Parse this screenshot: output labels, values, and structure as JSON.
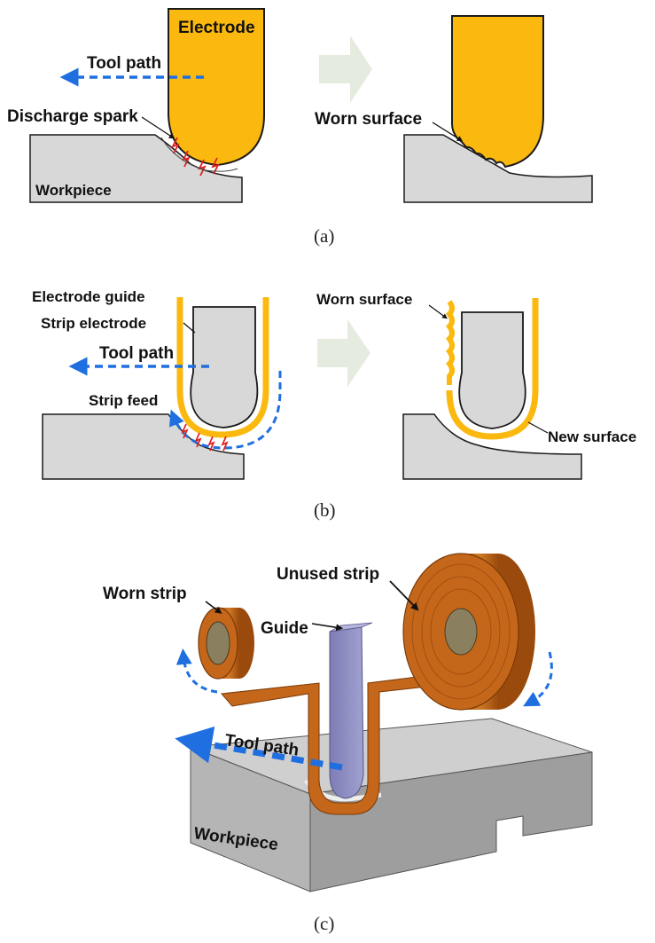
{
  "colors": {
    "electrode": "#fbb90f",
    "workpiece": "#d8d8d8",
    "outline": "#1a1a1a",
    "tool_path": "#1f6fe0",
    "spark": "#e02020",
    "arrow_shape": "#e6ebdf",
    "strip": "#c5671a",
    "guide": "#8c8cc0"
  },
  "panel_a": {
    "caption": "(a)",
    "left": {
      "electrode": "Electrode",
      "tool_path": "Tool path",
      "discharge_spark": "Discharge spark",
      "workpiece": "Workpiece"
    },
    "right": {
      "worn_surface": "Worn surface"
    }
  },
  "panel_b": {
    "caption": "(b)",
    "left": {
      "electrode_guide": "Electrode guide",
      "strip_electrode": "Strip electrode",
      "tool_path": "Tool path",
      "strip_feed": "Strip feed"
    },
    "right": {
      "worn_surface": "Worn surface",
      "new_surface": "New surface"
    }
  },
  "panel_c": {
    "caption": "(c)",
    "worn_strip": "Worn strip",
    "unused_strip": "Unused strip",
    "guide": "Guide",
    "tool_path": "Tool path",
    "workpiece": "Workpiece"
  }
}
